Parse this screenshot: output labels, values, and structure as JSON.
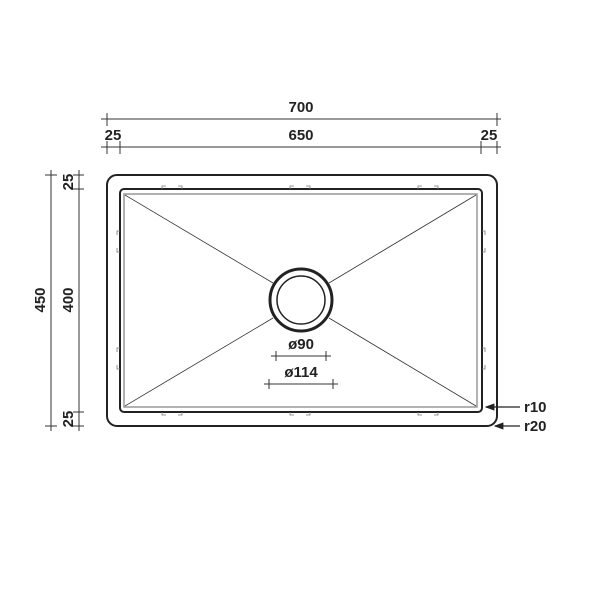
{
  "drawing": {
    "dimensions": {
      "overall_width": "700",
      "left_rim": "25",
      "bowl_width": "650",
      "right_rim": "25",
      "overall_depth": "450",
      "top_rim": "25",
      "bowl_depth": "400",
      "bottom_rim": "25",
      "drain_inner": "ø90",
      "drain_outer": "ø114",
      "inner_radius": "r10",
      "outer_radius": "r20"
    },
    "colors": {
      "line": "#222222",
      "inner_line": "#999999"
    }
  }
}
